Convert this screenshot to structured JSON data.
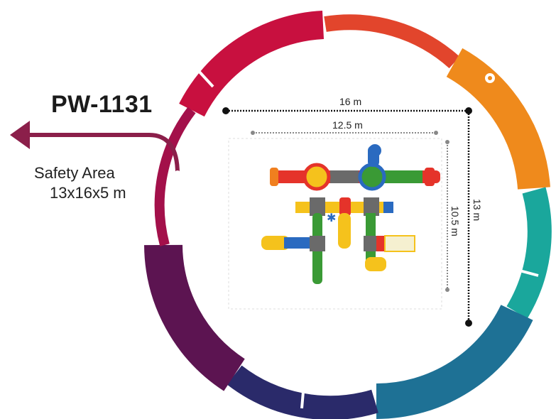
{
  "product": {
    "code": "PW-1131",
    "safety_area_label": "Safety Area",
    "safety_area_value": "13x16x5 m"
  },
  "dimensions": {
    "outer_width": "16 m",
    "inner_width": "12.5 m",
    "outer_depth": "13 m",
    "inner_depth": "10.5 m"
  },
  "colors": {
    "ring": [
      "#c8103f",
      "#e2452c",
      "#ef8a1c",
      "#1aa79c",
      "#1e7195",
      "#2a2a6a",
      "#5c1451"
    ],
    "arrow": "#8b1f4a",
    "play_red": "#e5332a",
    "play_yellow": "#f5c21c",
    "play_green": "#3a9a35",
    "play_blue": "#2a6ac0",
    "play_gray": "#6a6a6a",
    "play_orange": "#f07f1f"
  }
}
